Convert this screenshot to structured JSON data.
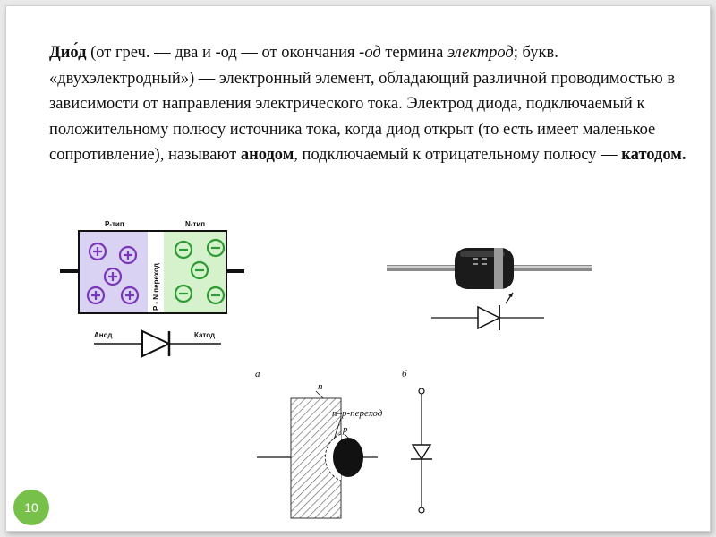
{
  "text": {
    "term": "Дио́д",
    "part1": " (от греч.  — два и -од — от окончания -",
    "od": "од",
    "part2": " термина ",
    "electrode": "электрод",
    "part3": "; букв. «двухэлектродный») —  электронный элемент, обладающий различной проводимостью в зависимости от направления электрического тока. Электрод диода, подключаемый к положительному полюсу источника тока, когда диод открыт (то есть имеет маленькое сопротивление), называют ",
    "anode": "анодом",
    "part4": ", подключаемый к отрицательному полюсу — ",
    "cathode": "катодом."
  },
  "pn_diagram": {
    "p_label": "P-тип",
    "n_label": "N-тип",
    "junction_label": "P - N переход",
    "anode_label": "Анод",
    "cathode_label": "Катод",
    "p_color": "#d9d2f2",
    "n_color": "#d6f2cc",
    "hole_color": "#7a36b8",
    "electron_color": "#2e9a34"
  },
  "junction_diagram": {
    "label_a": "а",
    "label_b": "б",
    "label_n": "n",
    "label_p": "p",
    "label_junction": "n–p-переход"
  },
  "page_number": "10",
  "colors": {
    "accent": "#77c04a"
  }
}
